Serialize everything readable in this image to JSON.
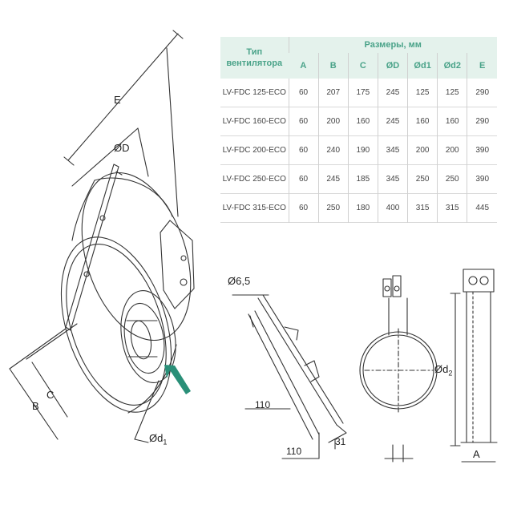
{
  "table": {
    "type_header": "Тип вентилятора",
    "dims_header": "Размеры, мм",
    "columns": [
      "A",
      "B",
      "C",
      "ØD",
      "Ød1",
      "Ød2",
      "E"
    ],
    "rows": [
      {
        "model": "LV-FDC 125-ECO",
        "values": [
          "60",
          "207",
          "175",
          "245",
          "125",
          "125",
          "290"
        ]
      },
      {
        "model": "LV-FDC 160-ECO",
        "values": [
          "60",
          "200",
          "160",
          "245",
          "160",
          "160",
          "290"
        ]
      },
      {
        "model": "LV-FDC 200-ECO",
        "values": [
          "60",
          "240",
          "190",
          "345",
          "200",
          "200",
          "390"
        ]
      },
      {
        "model": "LV-FDC 250-ECO",
        "values": [
          "60",
          "245",
          "185",
          "345",
          "250",
          "250",
          "390"
        ]
      },
      {
        "model": "LV-FDC 315-ECO",
        "values": [
          "60",
          "250",
          "180",
          "400",
          "315",
          "315",
          "445"
        ]
      }
    ]
  },
  "labels": {
    "E": "E",
    "D": "ØD",
    "B": "B",
    "C": "C",
    "d1": "Ød",
    "d1_sub": "1",
    "hole": "Ø6,5",
    "dim110a": "110",
    "dim110b": "110",
    "dim31": "31",
    "d2": "Ød",
    "d2_sub": "2",
    "A": "A"
  },
  "colors": {
    "header_bg": "#e4f2ec",
    "header_text": "#4aa389",
    "arrow": "#2a8f78"
  }
}
